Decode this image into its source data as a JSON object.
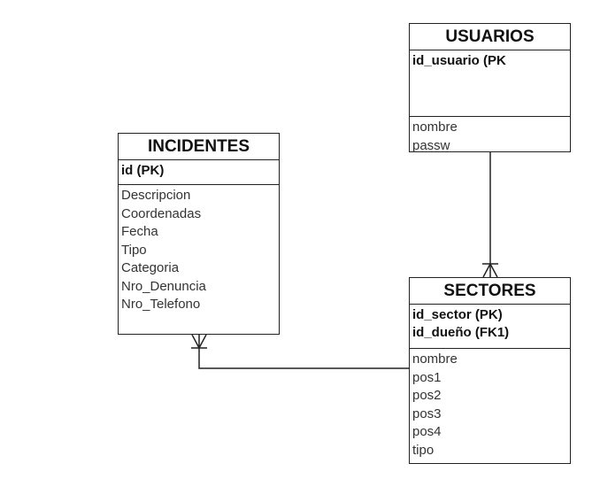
{
  "entities": {
    "usuarios": {
      "title": "USUARIOS",
      "keys": [
        "id_usuario (PK"
      ],
      "attributes": [
        "nombre",
        "passw"
      ]
    },
    "incidentes": {
      "title": "INCIDENTES",
      "keys": [
        "id (PK)"
      ],
      "attributes": [
        "Descripcion",
        "Coordenadas",
        "Fecha",
        "Tipo",
        "Categoria",
        "Nro_Denuncia",
        "Nro_Telefono"
      ]
    },
    "sectores": {
      "title": "SECTORES",
      "keys": [
        "id_sector (PK)",
        "id_dueño (FK1)"
      ],
      "attributes": [
        "nombre",
        "pos1",
        "pos2",
        "pos3",
        "pos4",
        "tipo"
      ]
    }
  },
  "relationships": [
    {
      "from": "usuarios",
      "to": "sectores",
      "to_end": "crow-foot-one-many"
    },
    {
      "from": "sectores",
      "to": "incidentes",
      "to_end": "crow-foot-one-many"
    }
  ],
  "colors": {
    "line": "#222222",
    "background": "#ffffff"
  }
}
